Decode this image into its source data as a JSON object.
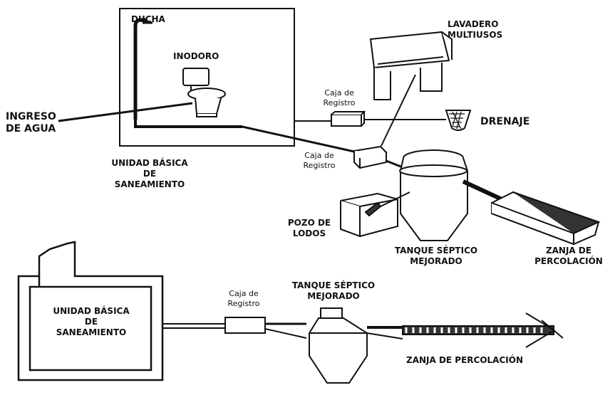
{
  "top_diagram": {
    "shower_label": "DUCHA",
    "toilet_label": "INODORO",
    "water_inlet_label": [
      "INGRESO",
      "DE AGUA"
    ],
    "unit_label": [
      "UNIDAD BÁSICA",
      "DE",
      "SANEAMIENTO"
    ],
    "laundry_label": [
      "LAVADERO",
      "MULTIUSOS"
    ],
    "registry_box_1_label": [
      "Caja de",
      "Registro"
    ],
    "registry_box_2_label": [
      "Caja de",
      "Registro"
    ],
    "drain_label": "DRENAJE",
    "sludge_well_label": [
      "POZO DE",
      "LODOS"
    ],
    "septic_tank_label": [
      "TANQUE SÉPTICO",
      "MEJORADO"
    ],
    "percolation_label": [
      "ZANJA DE",
      "PERCOLACIÓN"
    ]
  },
  "bottom_diagram": {
    "unit_label": [
      "UNIDAD BÁSICA",
      "DE",
      "SANEAMIENTO"
    ],
    "registry_box_label": [
      "Caja de",
      "Registro"
    ],
    "septic_tank_label": [
      "TANQUE SÉPTICO",
      "MEJORADO"
    ],
    "percolation_label": "ZANJA DE PERCOLACIÓN"
  }
}
